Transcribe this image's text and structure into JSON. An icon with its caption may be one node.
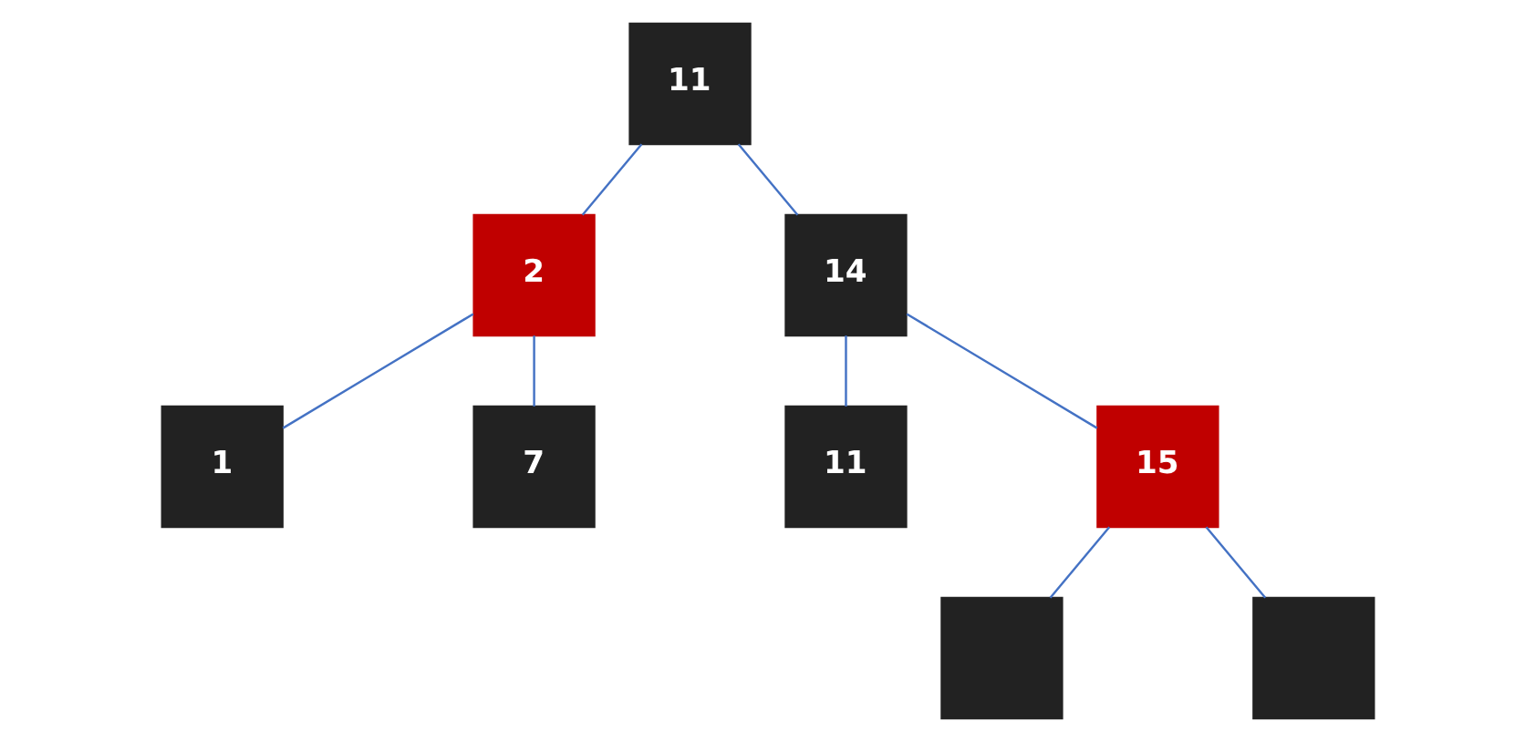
{
  "diagram": {
    "nodes": [
      {
        "text": [
          "11"
        ]
      },
      {
        "text": [
          "2"
        ]
      },
      {
        "text": [
          "14"
        ]
      },
      {
        "text": [
          "1"
        ]
      },
      {
        "text": [
          "7"
        ]
      },
      {
        "text": [
          "11"
        ]
      },
      {
        "text": [
          "15"
        ]
      },
      {
        "text": [],
        "shape": "box"
      },
      {
        "text": [],
        "shape": "box"
      }
    ],
    "edges": [
      {
        "from": 0,
        "to": 1,
        "arrow": "none"
      },
      {
        "from": 0,
        "to": 2,
        "arrow": "none"
      },
      {
        "from": 1,
        "to": 3,
        "arrow": "none"
      },
      {
        "from": 1,
        "to": 4,
        "arrow": "none"
      },
      {
        "from": 2,
        "to": 5,
        "arrow": "none"
      },
      {
        "from": 2,
        "to": 6,
        "arrow": "none"
      },
      {
        "from": 6,
        "to": 7,
        "arrow": "none"
      },
      {
        "from": 6,
        "to": 8,
        "arrow": "none"
      }
    ]
  }
}
